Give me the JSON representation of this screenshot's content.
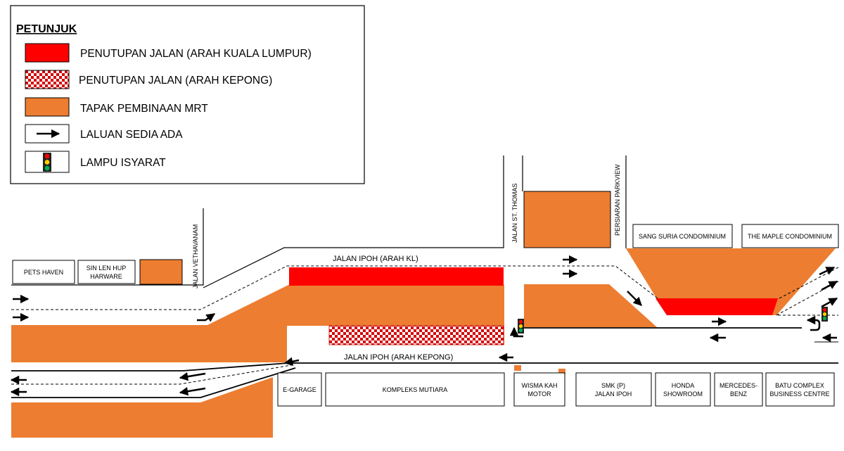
{
  "legend": {
    "title": "PETUNJUK",
    "items": [
      {
        "label": "PENUTUPAN JALAN (ARAH KUALA LUMPUR)",
        "symbol": "road-closure-solid"
      },
      {
        "label": "PENUTUPAN JALAN (ARAH KEPONG)",
        "symbol": "road-closure-checkered"
      },
      {
        "label": "TAPAK PEMBINAAN MRT",
        "symbol": "construction-site"
      },
      {
        "label": "LALUAN SEDIA ADA",
        "symbol": "existing-route-arrow"
      },
      {
        "label": "LAMPU ISYARAT",
        "symbol": "traffic-light"
      }
    ]
  },
  "roads": {
    "jalan_ipoh_kl": "JALAN IPOH (ARAH KL)",
    "jalan_ipoh_kepong": "JALAN IPOH (ARAH KEPONG)",
    "jalan_vethavanam": "JALAN VETHAVANAM",
    "jalan_st_thomas": "JALAN ST. THOMAS",
    "persiaran_parkview": "PERSIARAN PARKVIEW"
  },
  "buildings": {
    "pets_haven": "PETS HAVEN",
    "sin_len_hup": [
      "SIN LEN HUP",
      "HARWARE"
    ],
    "sang_suria": "SANG SURIA CONDOMINIUM",
    "maple": "THE MAPLE CONDOMINIUM",
    "e_garage": "E-GARAGE",
    "kompleks_mutiara": "KOMPLEKS MUTIARA",
    "wisma_kah_motor": [
      "WISMA KAH",
      "MOTOR"
    ],
    "smk_p": [
      "SMK (P)",
      "JALAN IPOH"
    ],
    "honda": [
      "HONDA",
      "SHOWROOM"
    ],
    "mercedes": [
      "MERCEDES-",
      "BENZ"
    ],
    "batu_complex": [
      "BATU COMPLEX",
      "BUSINESS CENTRE"
    ]
  },
  "colors": {
    "closure_red": "#FF0000",
    "construction_orange": "#ED7D31",
    "outline": "#000000"
  }
}
